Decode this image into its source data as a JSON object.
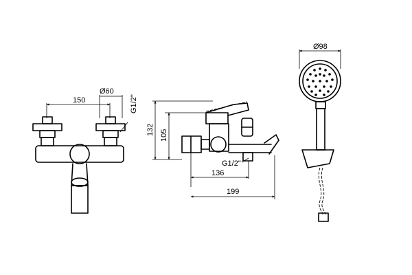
{
  "drawing": {
    "front_view": {
      "dim_spacing": "150",
      "dim_diameter": "Ø60",
      "dim_thread": "G1/2\""
    },
    "side_view": {
      "dim_height_total": "132",
      "dim_height_inlet": "105",
      "dim_thread": "G1/2\"",
      "dim_depth_inlet": "136",
      "dim_depth_total": "199"
    },
    "hand_shower": {
      "dim_head_diameter": "Ø98"
    }
  }
}
